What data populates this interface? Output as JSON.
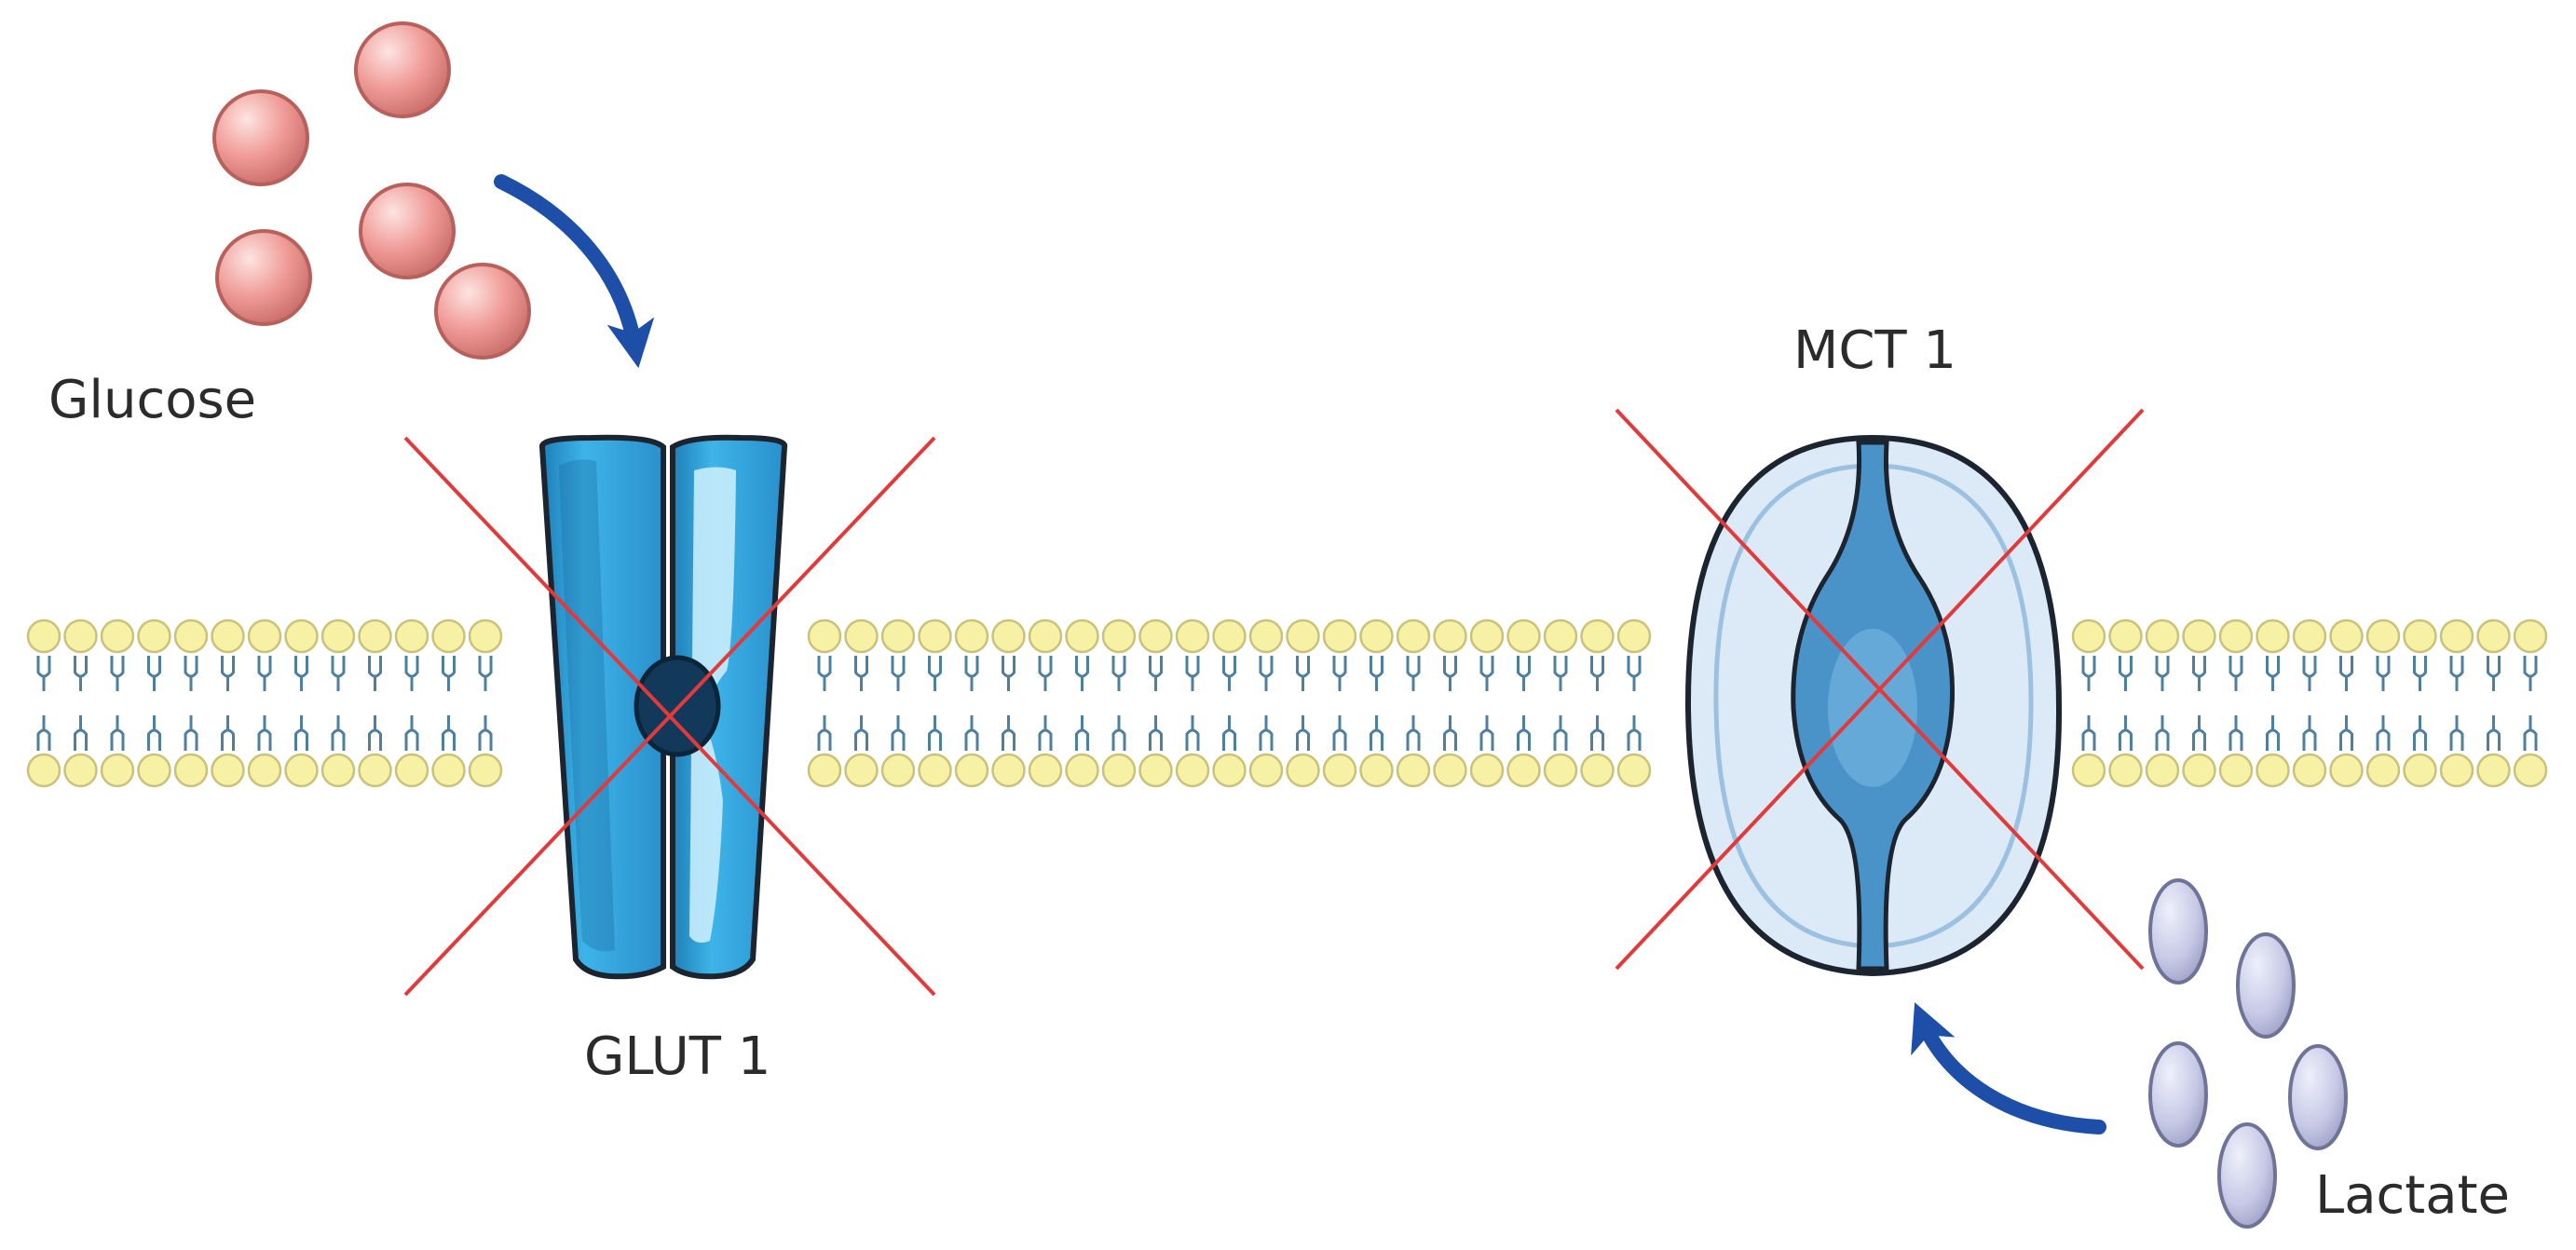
{
  "labels": {
    "glucose": "Glucose",
    "glut": "GLUT 1",
    "mct": "MCT 1",
    "lactate": "Lactate"
  },
  "colors": {
    "membrane_head": "#f7f1a6",
    "membrane_head_stroke": "#c9c27a",
    "membrane_tail": "#4f7f9f",
    "glucose_fill": "#ef9a96",
    "glucose_stroke": "#b8605c",
    "lactate_fill": "#c7c9e6",
    "lactate_stroke": "#6f7397",
    "glut_fill": "#2fa4dc",
    "glut_light": "#c8ecfb",
    "glut_dark": "#12395a",
    "mct_fill": "#dceaf7",
    "mct_inner": "#4a93c9",
    "arrow": "#1e4fa8",
    "cross": "#e23a3a",
    "outline": "#1c2430"
  },
  "icons": {
    "inhibition": "red-x-cross-icon",
    "flow": "curved-arrow-icon"
  }
}
